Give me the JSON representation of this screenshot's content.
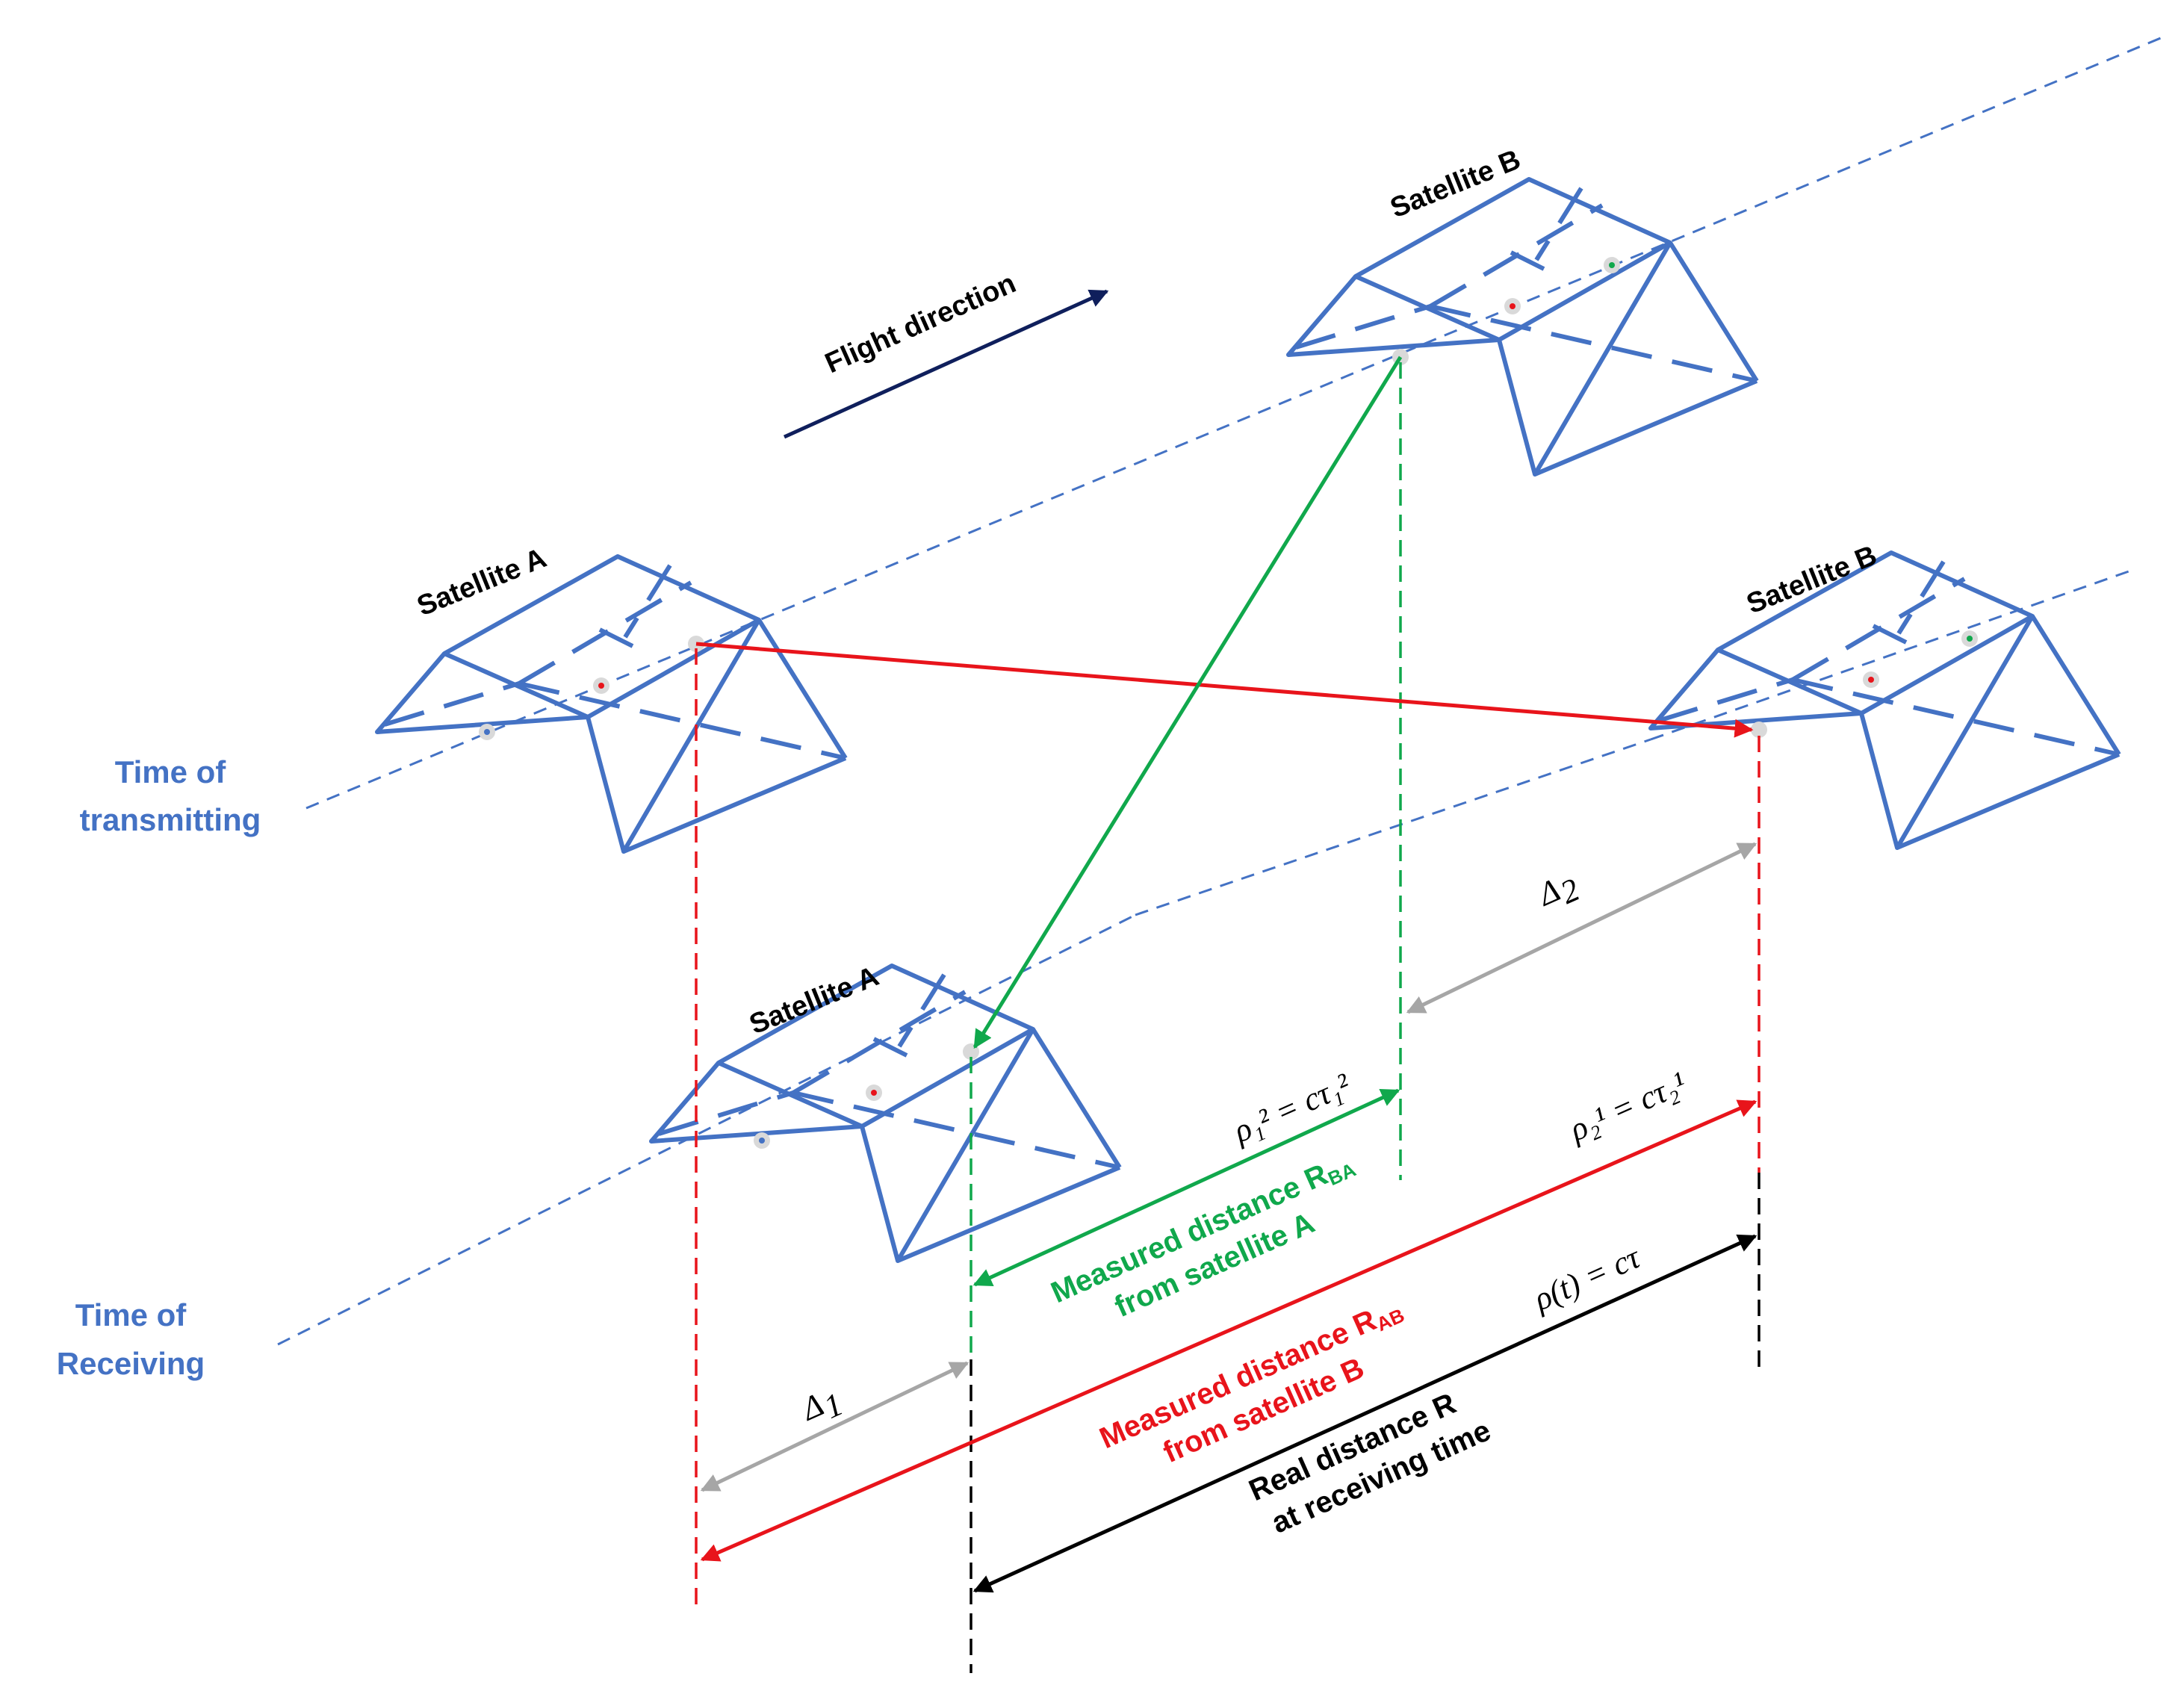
{
  "colors": {
    "satellite": "#4472c4",
    "label_blue": "#4472c4",
    "red": "#e8141b",
    "green": "#10a84c",
    "gray": "#a6a6a6",
    "black": "#000000",
    "navy": "#0f1f5c"
  },
  "labels": {
    "flight_direction": "Flight direction",
    "sat_a_transmit": "Satellite A",
    "sat_b_transmit": "Satellite B",
    "sat_a_receive": "Satellite A",
    "sat_b_receive": "Satellite B",
    "time_transmitting_1": "Time of",
    "time_transmitting_2": "transmitting",
    "time_receiving_1": "Time of",
    "time_receiving_2": "Receiving",
    "delta1": "Δ",
    "delta1_sub": "1",
    "delta2": "Δ",
    "delta2_sub": "2",
    "rho_ba_formula": "ρ₁² = cτ₁²",
    "rho_ab_formula": "ρ₂¹ = cτ₂¹",
    "rho_real_formula": "ρ(t) = cτ",
    "measured_ba_1": "Measured distance R",
    "measured_ba_sub": "BA",
    "measured_ba_2": "from satellite A",
    "measured_ab_1": "Measured distance R",
    "measured_ab_sub": "AB",
    "measured_ab_2": "from satellite B",
    "real_1": "Real distance R",
    "real_2": "at receiving time"
  }
}
